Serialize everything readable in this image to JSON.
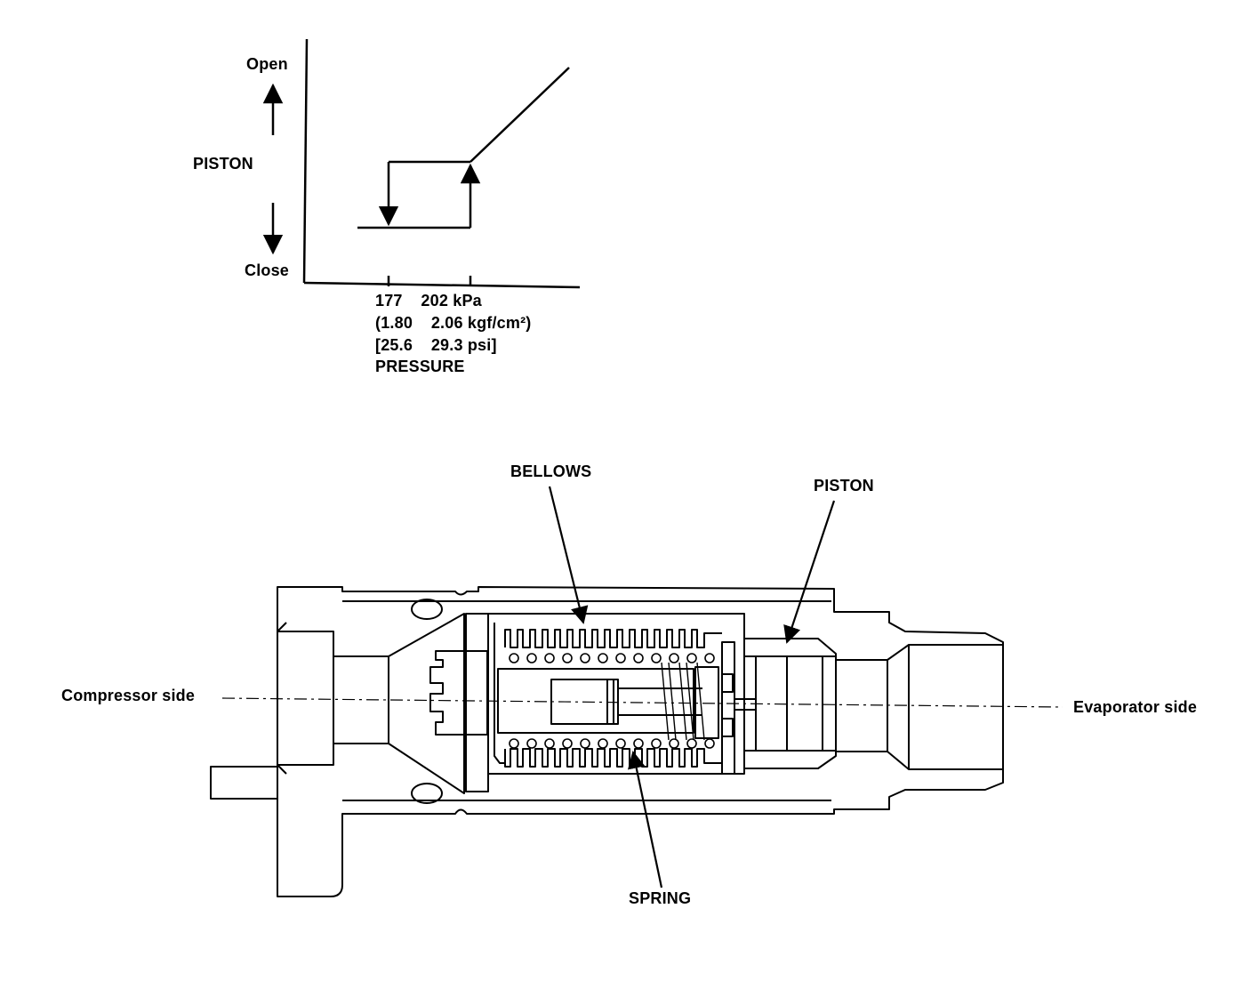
{
  "graph": {
    "y_open": "Open",
    "y_title": "PISTON",
    "y_close": "Close",
    "x_line1": "177    202 kPa",
    "x_line2": "(1.80    2.06 kgf/cm²)",
    "x_line3": "[25.6    29.3 psi]",
    "x_title": "PRESSURE"
  },
  "diagram": {
    "bellows": "BELLOWS",
    "piston": "PISTON",
    "spring": "SPRING",
    "compressor_side": "Compressor side",
    "evaporator_side": "Evaporator side"
  },
  "colors": {
    "ink": "#000000",
    "background": "#ffffff"
  }
}
